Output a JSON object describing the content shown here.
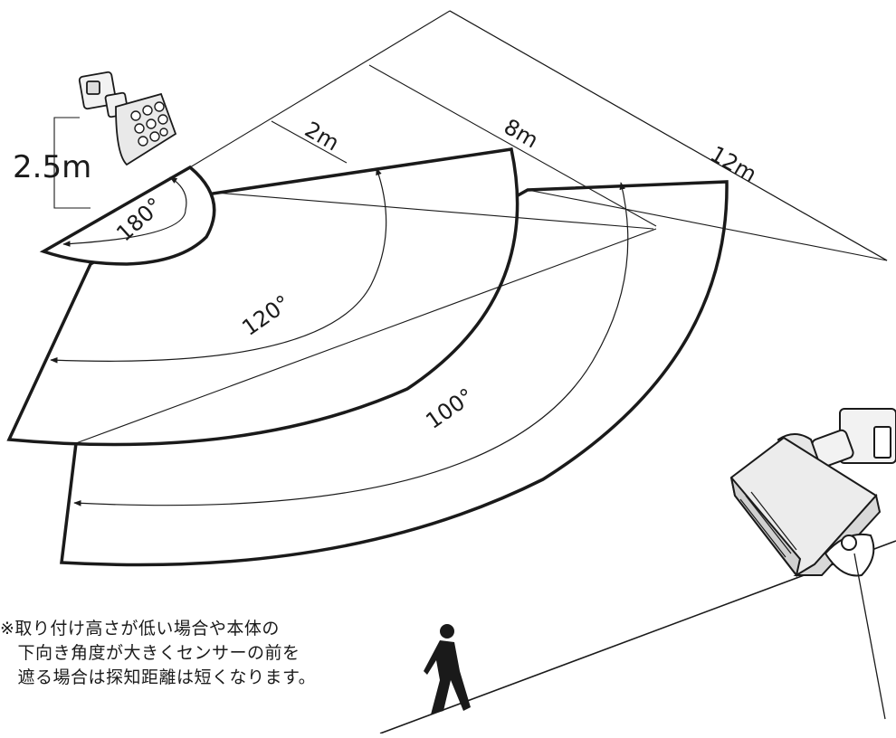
{
  "diagram": {
    "mount_height_label": "2.5m",
    "distance_labels": {
      "near": "2m",
      "mid": "8m",
      "far": "12m"
    },
    "angle_labels": {
      "near": "180°",
      "mid": "120°",
      "far": "100°"
    },
    "note_lines": [
      "※取り付け高さが低い場合や本体の",
      "　下向き角度が大きくセンサーの前を",
      "　遮る場合は探知距離は短くなります。"
    ]
  }
}
